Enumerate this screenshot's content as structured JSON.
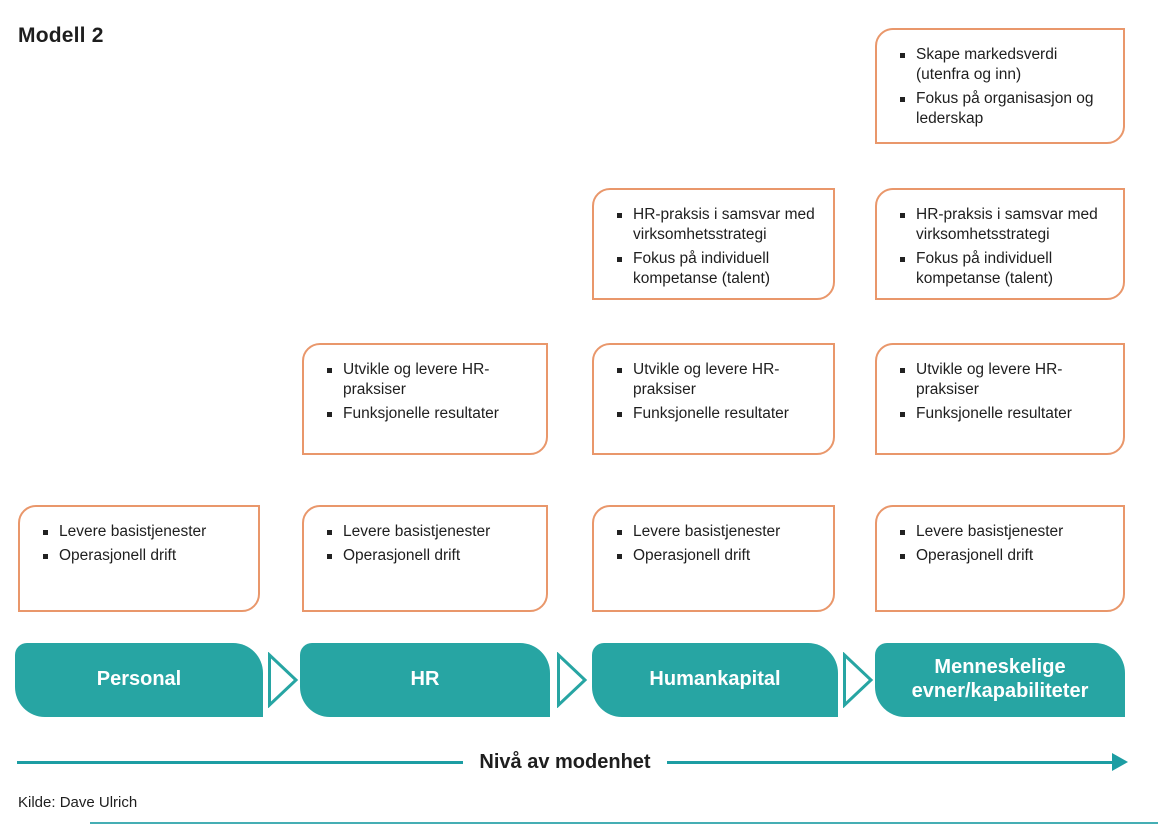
{
  "title": "Modell 2",
  "source": "Kilde: Dave Ulrich",
  "axis": {
    "label": "Nivå av modenhet"
  },
  "colors": {
    "teal_banner": "#27A5A3",
    "teal_axis": "#1C9DA3",
    "orange_border": "#E9976B",
    "text": "#1e1e1e",
    "banner_text": "#ffffff"
  },
  "icons": {
    "stage_separator": "chevron-right-icon",
    "axis_head": "arrow-right-icon"
  },
  "banners": [
    {
      "label": "Personal",
      "lines": [
        "Personal"
      ]
    },
    {
      "label": "HR",
      "lines": [
        "HR"
      ]
    },
    {
      "label": "Humankapital",
      "lines": [
        "Humankapital"
      ]
    },
    {
      "label": "Menneskelige evner/kapabiliteter",
      "lines": [
        "Menneskelige",
        "evner/kapabiliteter"
      ]
    }
  ],
  "boxes": [
    {
      "column": "Personal",
      "level": 1,
      "bullets": [
        "Levere basistjenester",
        "Operasjonell drift"
      ]
    },
    {
      "column": "HR",
      "level": 1,
      "bullets": [
        "Levere basistjenester",
        "Operasjonell drift"
      ]
    },
    {
      "column": "Humankapital",
      "level": 1,
      "bullets": [
        "Levere basistjenester",
        "Operasjonell drift"
      ]
    },
    {
      "column": "Menneskelige evner/kapabiliteter",
      "level": 1,
      "bullets": [
        "Levere basistjenester",
        "Operasjonell drift"
      ]
    },
    {
      "column": "HR",
      "level": 2,
      "bullets": [
        "Utvikle og levere HR-praksiser",
        "Funksjonelle resultater"
      ]
    },
    {
      "column": "Humankapital",
      "level": 2,
      "bullets": [
        "Utvikle og levere HR-praksiser",
        "Funksjonelle resultater"
      ]
    },
    {
      "column": "Menneskelige evner/kapabiliteter",
      "level": 2,
      "bullets": [
        "Utvikle og levere HR-praksiser",
        "Funksjonelle resultater"
      ]
    },
    {
      "column": "Humankapital",
      "level": 3,
      "bullets": [
        "HR-praksis i samsvar med virksomhetsstrategi",
        "Fokus på individuell kompetanse (talent)"
      ]
    },
    {
      "column": "Menneskelige evner/kapabiliteter",
      "level": 3,
      "bullets": [
        "HR-praksis i samsvar med virksomhetsstrategi",
        "Fokus på individuell kompetanse (talent)"
      ]
    },
    {
      "column": "Menneskelige evner/kapabiliteter",
      "level": 4,
      "bullets": [
        "Skape markedsverdi (utenfra og inn)",
        "Fokus på organisasjon og lederskap"
      ]
    }
  ]
}
